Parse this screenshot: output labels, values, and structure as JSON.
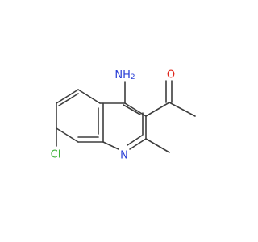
{
  "molecule": {
    "atoms": [
      {
        "id": "N_amino",
        "label": "NH2",
        "color": "#2a3fd6"
      },
      {
        "id": "O_carbonyl",
        "label": "O",
        "color": "#e0261b"
      },
      {
        "id": "N_ring",
        "label": "N",
        "color": "#2a3fd6"
      },
      {
        "id": "Cl",
        "label": "Cl",
        "color": "#3fb33a"
      }
    ],
    "bond_color": "#3d3d3d"
  }
}
